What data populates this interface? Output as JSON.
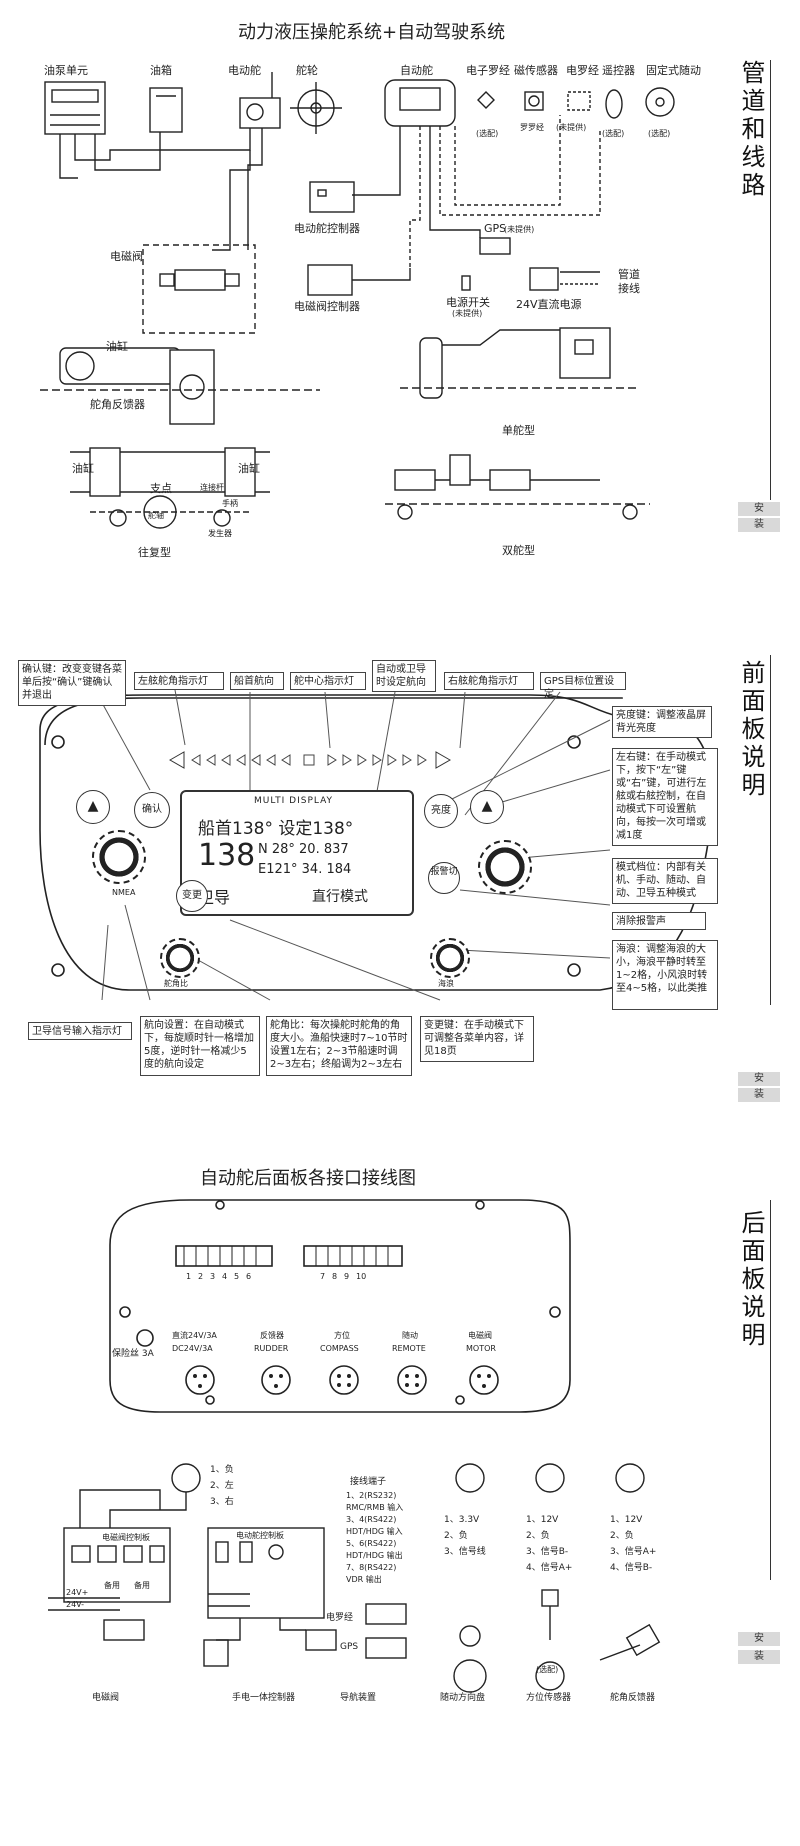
{
  "section1": {
    "title": "动力液压操舵系统+自动驾驶系统",
    "side_title": "管道和线路",
    "tab": [
      "安",
      "装"
    ],
    "labels": {
      "pump": "油泵单元",
      "tank": "油箱",
      "motor_rudder": "电动舵",
      "wheel": "舵轮",
      "autopilot": "自动舵",
      "compass_e": "电子罗经",
      "magnetic": "磁传感器",
      "compass_e2": "电罗经",
      "remote": "遥控器",
      "fixed_follow": "固定式随动",
      "optional1": "(选配)",
      "compass_label": "罗罗经",
      "not_provided": "(未提供)",
      "optional2": "(选配)",
      "optional3": "(选配)",
      "motor_ctrl": "电动舵控制器",
      "gps": "GPS",
      "gps_np": "(未提供)",
      "solenoid": "电磁阀",
      "valve_ctrl": "电磁阀控制器",
      "power_switch": "电源开关",
      "power_np": "(未提供)",
      "dc24": "24V直流电源",
      "pipe": "管道",
      "wire": "接线",
      "cylinder": "油缸",
      "feedback": "舵角反馈器",
      "cyl_left": "油缸",
      "cyl_right": "油缸",
      "pivot": "支点",
      "linkage": "连接杆",
      "handle": "手柄",
      "rod": "舵轴",
      "sender": "发生器",
      "reciprocating": "往复型",
      "single": "单舵型",
      "double": "双舵型"
    }
  },
  "section2": {
    "side_title": "前面板说明",
    "tab": [
      "安",
      "装"
    ],
    "callouts": {
      "confirm": "确认键：改变变键各菜单后按“确认”键确认并退出",
      "left_led": "左舷舵角指示灯",
      "heading": "船首航向",
      "center_led": "舵中心指示灯",
      "auto_gps": "自动或卫导时设定航向",
      "right_led": "右舷舵角指示灯",
      "gps_led": "GPS目标位置设定",
      "brightness": "亮度键：调整液晶屏背光亮度",
      "left_right": "左右键：在手动模式下，按下“左”键或“右”键，可进行左舷或右舷控制，在自动模式下可设置航向，每按一次可增或减1度",
      "mode": "模式档位：内部有关机、手动、随动、自动、卫导五种模式",
      "alarm": "消除报警声",
      "sea": "海浪：调整海浪的大小，海浪平静时转至1~2格，小风浪时转至4~5格，以此类推",
      "gps_in": "卫导信号输入指示灯",
      "course_set": "航向设置：在自动模式下，每旋顺时针一格增加5度，逆时针一格减少5度的航向设定",
      "ratio": "舵角比：每次操舵时舵角的角度大小。渔船快速时7~10节时设置1左右；2~3节船速时调2~3左右；终船调为2~3左右",
      "change": "变更键：在手动模式下可调整各菜单内容，详见18页"
    },
    "panel": {
      "lcd_header": "MULTI DISPLAY",
      "line1": "船首138°  设定138°",
      "big": "138",
      "lat": "N 28° 20. 837",
      "lon": "E121° 34. 184",
      "gps_mode": "卫导",
      "mode_text": "直行模式",
      "btn_confirm": "确认",
      "btn_change": "变更",
      "btn_bright": "亮度",
      "btn_alarm": "报警切",
      "nmea": "NMEA",
      "knob_ratio": "舵角比",
      "knob_sea": "海浪"
    }
  },
  "section3": {
    "title": "自动舵后面板各接口接线图",
    "side_title": "后面板说明",
    "tab": [
      "安",
      "装"
    ],
    "terminals_left": [
      "1",
      "2",
      "3",
      "4",
      "5",
      "6"
    ],
    "terminals_right": [
      "7",
      "8",
      "9",
      "10"
    ],
    "fuse": "保险丝 3A",
    "ports": [
      {
        "cn": "直流24V/3A",
        "en": "DC24V/3A"
      },
      {
        "cn": "反馈器",
        "en": "RUDDER"
      },
      {
        "cn": "方位",
        "en": "COMPASS"
      },
      {
        "cn": "随动",
        "en": "REMOTE"
      },
      {
        "cn": "电磁阀",
        "en": "MOTOR"
      }
    ],
    "plug1": [
      "1、负",
      "2、左",
      "3、右"
    ],
    "terminal_title": "接线端子",
    "terminal_list": [
      "1、2(RS232)",
      "RMC/RMB 输入",
      "3、4(RS422)",
      "HDT/HDG 输入",
      "5、6(RS422)",
      "HDT/HDG 输出",
      "7、8(RS422)",
      "VDR 输出"
    ],
    "plug2": [
      "1、3.3V",
      "2、负",
      "3、信号线"
    ],
    "plug3": [
      "1、12V",
      "2、负",
      "3、信号B-",
      "4、信号A+"
    ],
    "plug4": [
      "1、12V",
      "2、负",
      "3、信号A+",
      "4、信号B-"
    ],
    "solenoid_panel": "电磁阀控制板",
    "motor_panel": "电动舵控制板",
    "v24a": "24V+",
    "v24b": "24V-",
    "spare1": "备用",
    "spare2": "备用",
    "compass_box": "电罗经",
    "gps_box": "GPS",
    "bottom_labels": [
      "电磁阀",
      "手电一体控制器",
      "导航装置",
      "随动方向盘",
      "方位传感器",
      "舵角反馈器"
    ],
    "optional": "(选配)"
  }
}
